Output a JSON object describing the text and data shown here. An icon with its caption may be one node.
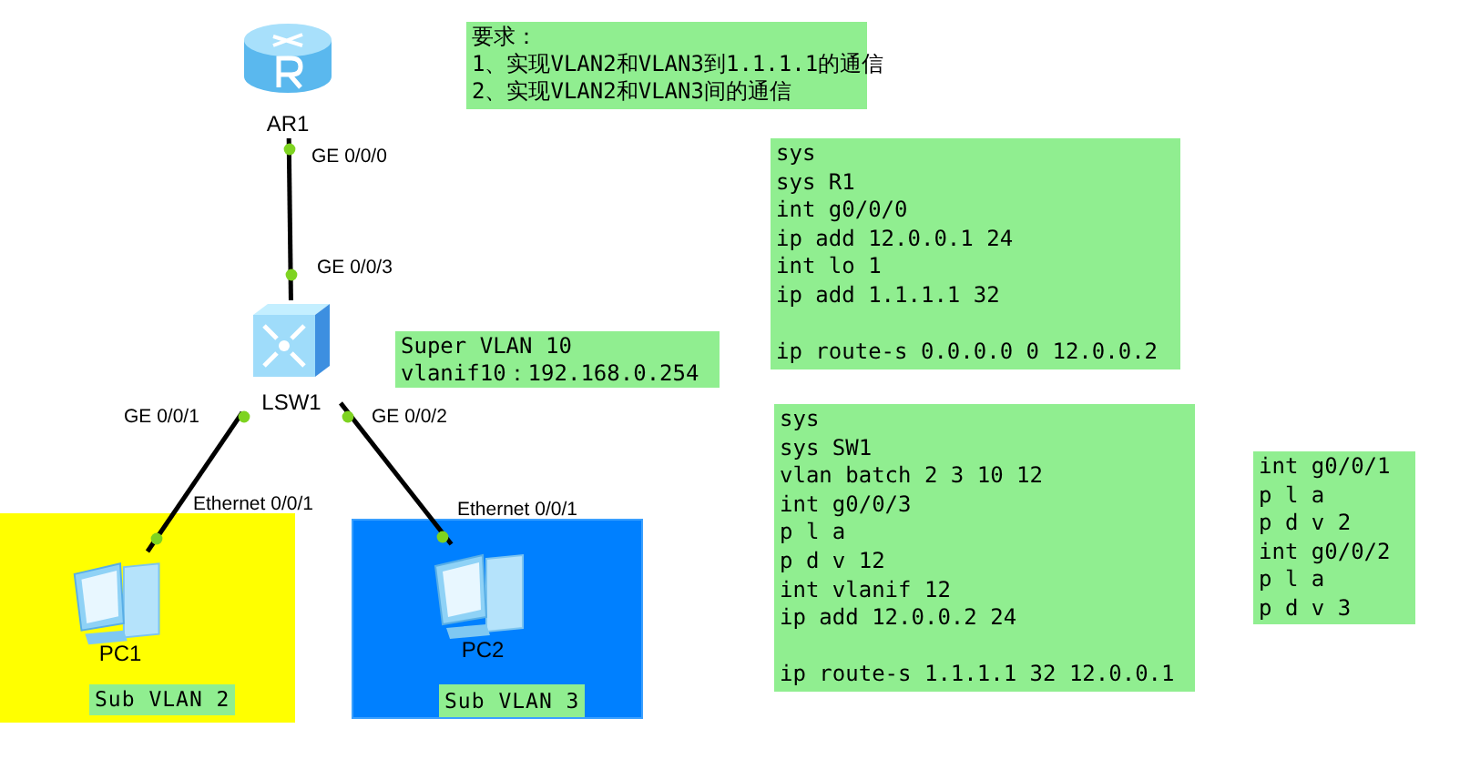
{
  "diagram": {
    "nodes": [
      {
        "text": [
          "AR1"
        ]
      },
      {
        "text": [
          "要求：",
          "1、实现VLAN2和VLAN3到1.1.1.1的通信",
          "2、实现VLAN2和VLAN3间的通信"
        ]
      },
      {
        "text": [
          "sys",
          "sys R1",
          "int g0/0/0",
          "ip add 12.0.0.1 24",
          "int lo 1",
          "ip add 1.1.1.1 32",
          "ip route-s 0.0.0.0 0 12.0.0.2"
        ]
      },
      {
        "text": [
          "LSW1"
        ]
      },
      {
        "text": [
          "Super VLAN 10",
          "vlanif10：192.168.0.254"
        ]
      },
      {
        "text": [
          "sys",
          "sys SW1",
          "vlan batch 2 3 10 12",
          "int g0/0/3",
          "p l a",
          "p d v 12",
          "int vlanif 12",
          "ip add 12.0.0.2 24",
          "ip route-s 1.1.1.1 32 12.0.0.1"
        ]
      },
      {
        "text": [
          "int g0/0/1",
          "p l a",
          "p d v 2",
          "int g0/0/2",
          "p l a",
          "p d v 3"
        ]
      },
      {
        "text": [
          "Sub VLAN 2"
        ]
      },
      {
        "text": [
          "PC1"
        ],
        "in": 7
      },
      {
        "text": [
          "Sub VLAN 3"
        ]
      },
      {
        "text": [
          "PC2"
        ],
        "in": 9
      }
    ],
    "edges": [
      {
        "from": 0,
        "to": 3,
        "arrow": "none"
      },
      {
        "from": 3,
        "to": 8,
        "arrow": "none"
      },
      {
        "from": 3,
        "to": 10,
        "arrow": "none"
      }
    ],
    "labels": [
      "GE 0/0/0",
      "GE 0/0/3",
      "GE 0/0/1",
      "GE 0/0/2",
      "Ethernet 0/0/1",
      "Ethernet 0/0/1"
    ]
  }
}
